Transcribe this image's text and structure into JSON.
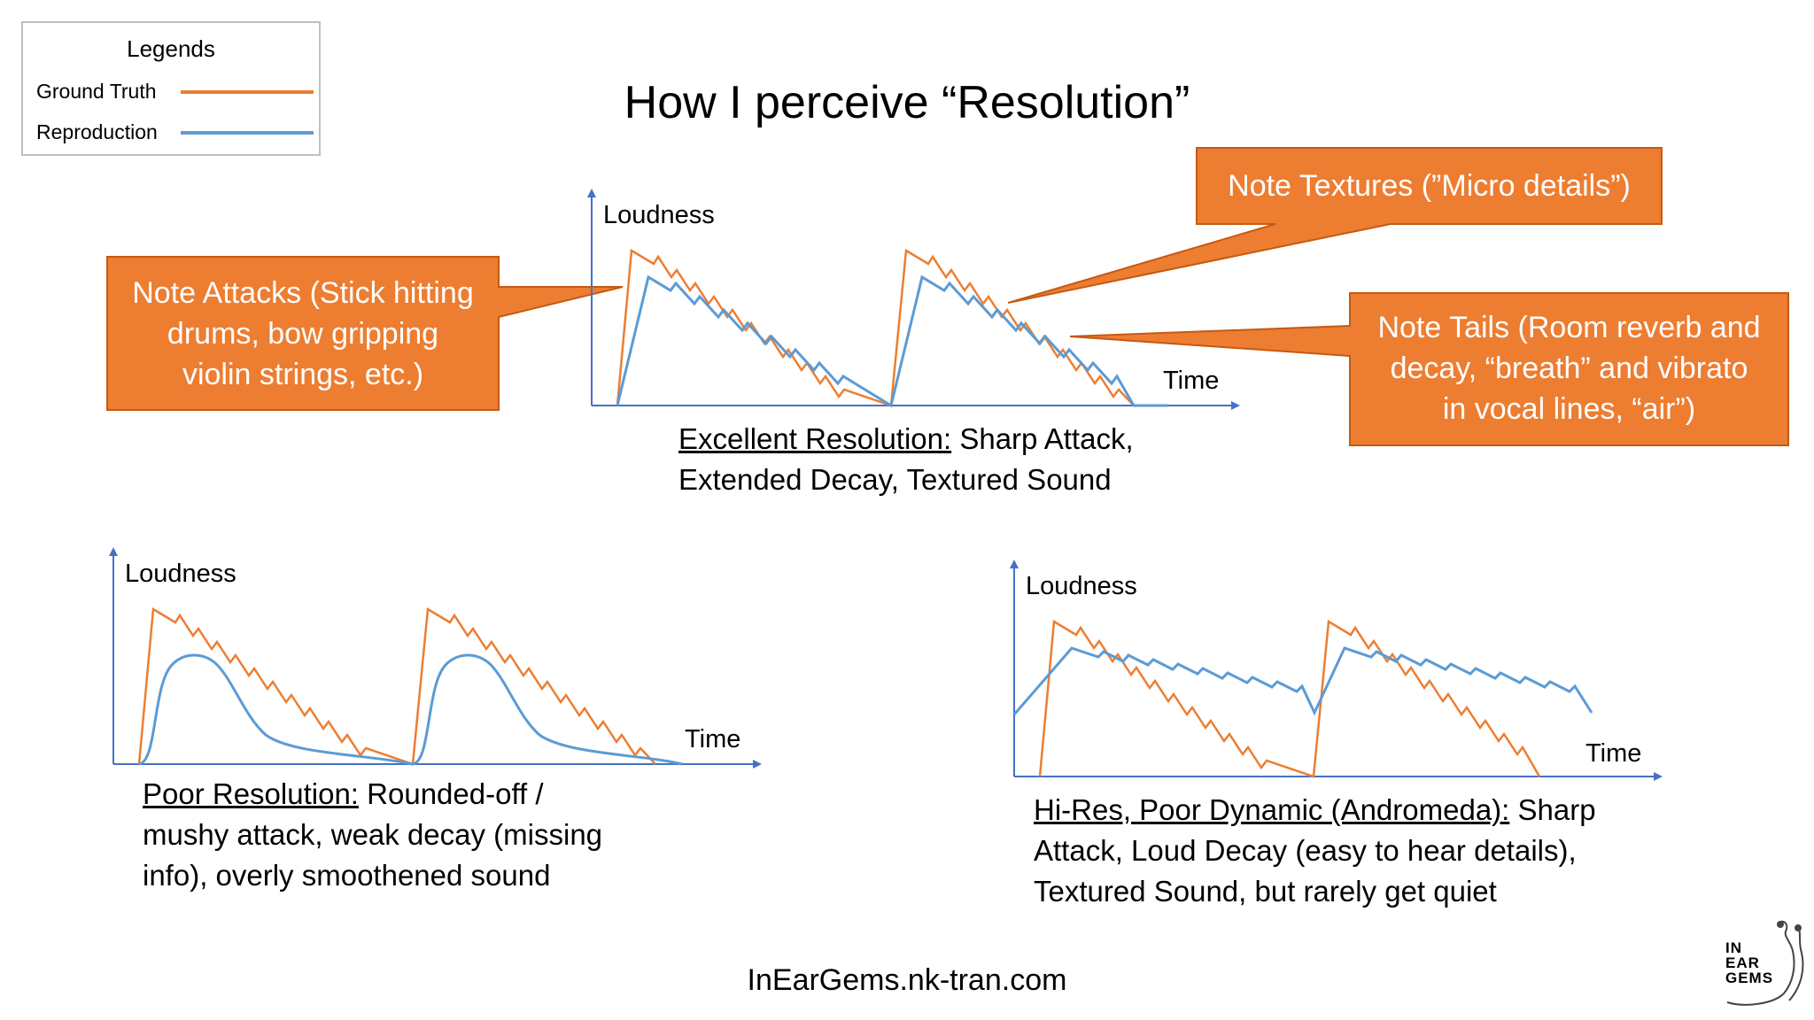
{
  "page_title": "How I perceive “Resolution”",
  "legend": {
    "title": "Legends",
    "items": [
      {
        "label": "Ground Truth",
        "color": "#ED7D31"
      },
      {
        "label": "Reproduction",
        "color": "#5B9BD5"
      }
    ]
  },
  "colors": {
    "ground_truth": "#ED7D31",
    "reproduction": "#5B9BD5",
    "axis": "#4472C4",
    "callout": "#ED7D31"
  },
  "charts": {
    "top": {
      "ylabel": "Loudness",
      "xlabel": "Time",
      "caption_underlined": "Excellent Resolution:",
      "caption_rest_1": " Sharp Attack,",
      "caption_line_2": "Extended Decay, Textured Sound"
    },
    "bottom_left": {
      "ylabel": "Loudness",
      "xlabel": "Time",
      "caption_underlined": "Poor Resolution:",
      "caption_rest_1": " Rounded-off /",
      "caption_line_2": "mushy attack, weak decay (missing",
      "caption_line_3": "info), overly smoothened sound"
    },
    "bottom_right": {
      "ylabel": "Loudness",
      "xlabel": "Time",
      "caption_underlined": "Hi-Res, Poor Dynamic (Andromeda):",
      "caption_rest_1": " Sharp",
      "caption_line_2": "Attack, Loud Decay (easy to hear details),",
      "caption_line_3": "Textured Sound, but rarely get quiet"
    }
  },
  "callouts": {
    "attacks": {
      "line1": "Note Attacks (Stick hitting",
      "line2": "drums, bow gripping",
      "line3": "violin strings, etc.)"
    },
    "textures": {
      "line1": "Note Textures (”Micro details”)"
    },
    "tails": {
      "line1": "Note Tails (Room reverb and",
      "line2": "decay, “breath” and vibrato",
      "line3": "in vocal lines, “air”)"
    }
  },
  "footer_url": "InEarGems.nk-tran.com",
  "logo": {
    "line1": "IN",
    "line2": "EAR",
    "line3": "GEMS"
  }
}
